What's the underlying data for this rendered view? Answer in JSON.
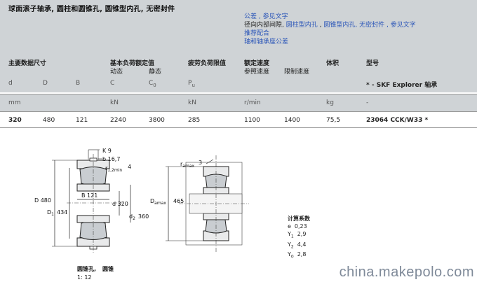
{
  "header": {
    "title": "球面滚子轴承, 圆柱和圆锥孔, 圆锥型内孔, 无密封件",
    "links": [
      [
        {
          "t": "公差",
          "link": true
        },
        {
          "t": " , 参见文字",
          "link": true
        }
      ],
      [
        {
          "t": "径向内部间隙, ",
          "link": false
        },
        {
          "t": "圆柱型内孔",
          "link": true
        },
        {
          "t": " , ",
          "link": false
        },
        {
          "t": "圆锥型内孔",
          "link": true
        },
        {
          "t": ", 无密封件",
          "link": true
        },
        {
          "t": " , 参见文字",
          "link": true
        }
      ],
      [
        {
          "t": "推荐配合",
          "link": true
        }
      ],
      [
        {
          "t": "轴和轴承座公差",
          "link": true
        }
      ]
    ]
  },
  "table": {
    "group_headers": {
      "main_dims": "主要数据尺寸",
      "basic_load": "基本负荷额定值",
      "basic_dynamic": "动态",
      "basic_static": "静态",
      "fatigue": "疲劳负荷限值",
      "speed": "额定速度",
      "speed_ref": "参照速度",
      "speed_limit": "限制速度",
      "mass": "体积",
      "designation": "型号"
    },
    "symbols": {
      "d": "d",
      "D": "D",
      "B": "B",
      "C": "C",
      "C0": "C",
      "C0_sub": "0",
      "Pu": "P",
      "Pu_sub": "u",
      "designation_note": "* - SKF Explorer 轴承"
    },
    "units": {
      "mm": "mm",
      "kN1": "kN",
      "kN2": "kN",
      "rmin": "r/min",
      "kg": "kg",
      "dash": "-"
    },
    "row": {
      "d": "320",
      "D": "480",
      "B": "121",
      "C": "2240",
      "C0": "3800",
      "Pu": "285",
      "ref_speed": "1100",
      "limit_speed": "1400",
      "mass": "75,5",
      "designation": "23064 CCK/W33 *"
    }
  },
  "drawing_left": {
    "K": "K 9",
    "b": "b 16,7",
    "r_prefix": "r",
    "r_sub": "1,2min",
    "r_val": "4",
    "D": "D 480",
    "D1_prefix": "D",
    "D1_sub": "1",
    "D1_val": "434",
    "B": "B 121",
    "d": "d 320",
    "d2_prefix": "d",
    "d2_sub": "2",
    "d2_val": "360"
  },
  "drawing_right": {
    "ra_prefix": "r",
    "ra_sub": "amax",
    "ra_val": "3",
    "Da_prefix": "D",
    "Da_sub": "amax",
    "Da_val": "465"
  },
  "calc_factors": {
    "title": "计算系数",
    "rows": [
      {
        "sym": "e",
        "sub": "",
        "val": "0,23"
      },
      {
        "sym": "Y",
        "sub": "1",
        "val": "2,9"
      },
      {
        "sym": "Y",
        "sub": "2",
        "val": "4,4"
      },
      {
        "sym": "Y",
        "sub": "0",
        "val": "2,8"
      }
    ]
  },
  "bottom_labels": {
    "taper": "圆锥孔,",
    "tapered": "圆锥",
    "ratio": "1: 12"
  },
  "watermark": "china.makepolo.com"
}
